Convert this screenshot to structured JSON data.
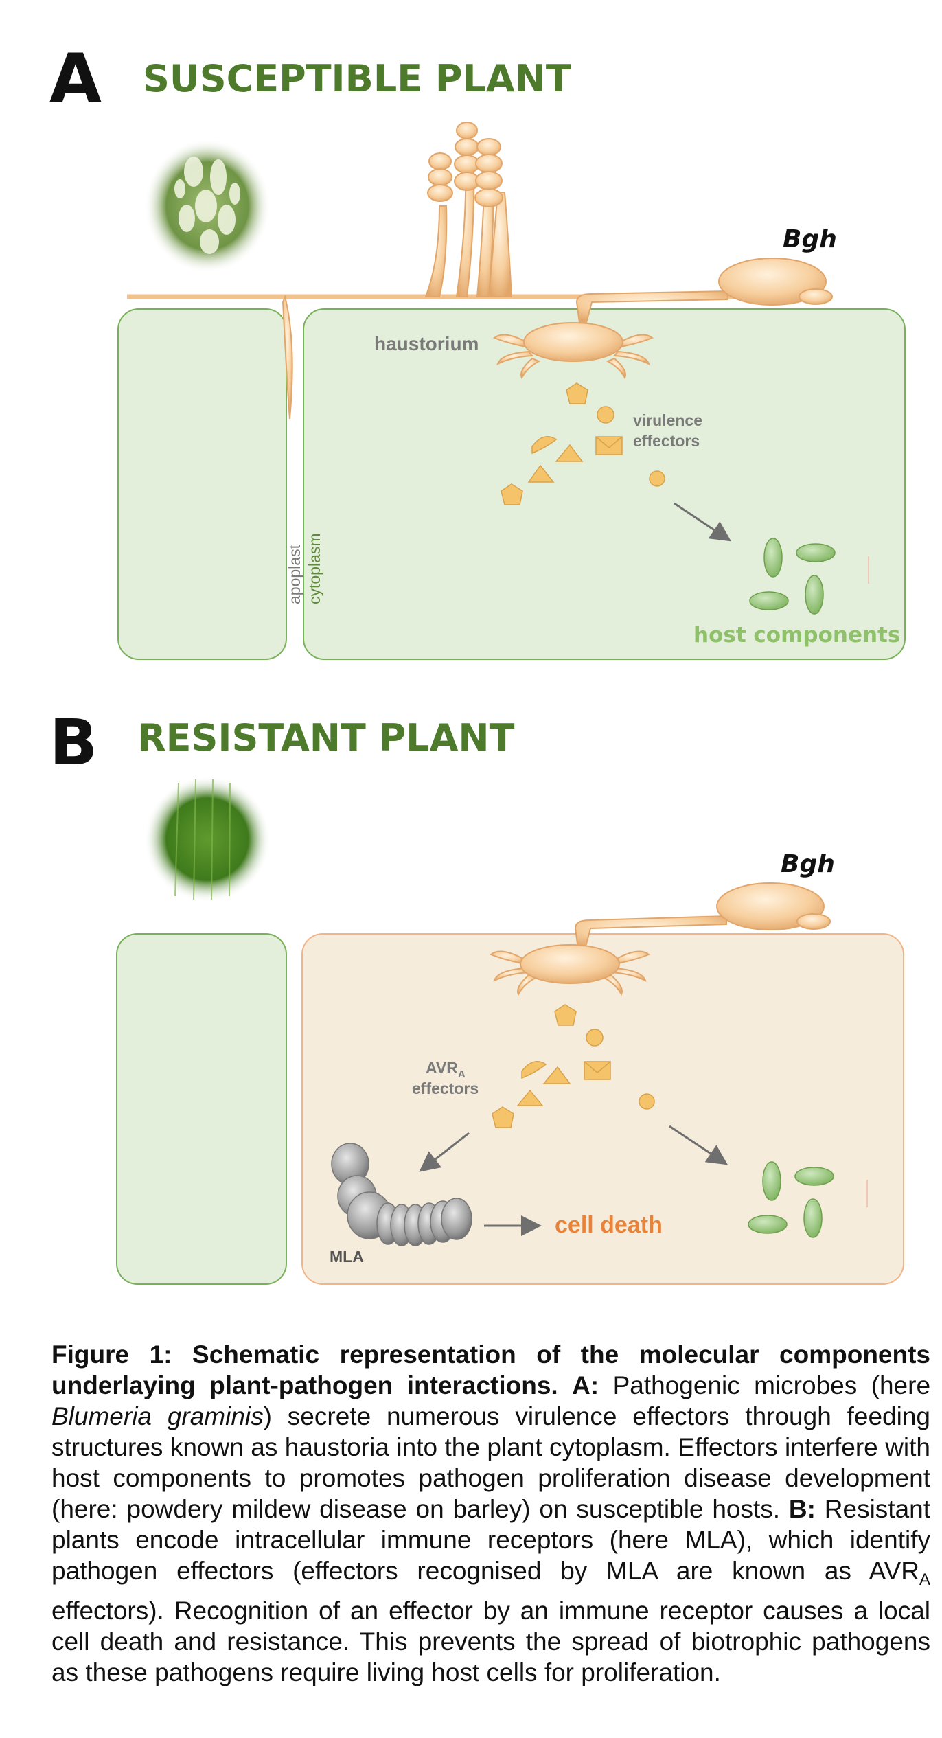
{
  "panel_a": {
    "letter": "A",
    "title": "SUSCEPTIBLE PLANT",
    "pathogen_label": "Bgh",
    "haustorium_label": "haustorium",
    "effectors_label_line1": "virulence",
    "effectors_label_line2": "effectors",
    "apoplast_label": "apoplast",
    "cytoplasm_label": "cytoplasm",
    "host_components_label": "host components"
  },
  "panel_b": {
    "letter": "B",
    "title": "RESISTANT PLANT",
    "pathogen_label": "Bgh",
    "avr_label_main": "AVR",
    "avr_label_sub": "A",
    "avr_label_line2": "effectors",
    "receptor_label": "MLA",
    "outcome_label": "cell death"
  },
  "colors": {
    "title_green": "#4e7a2c",
    "cell_green_fill": "#e3efda",
    "cell_green_stroke": "#79b05a",
    "resistant_cell_fill": "#f5ecdc",
    "resistant_cell_stroke": "#f0b58a",
    "fungus": "#f7cf9e",
    "effector": "#f5c46a",
    "host_component": "#93c47d",
    "cell_death_orange": "#e8833a",
    "label_gray": "#7a7a7a"
  },
  "caption": {
    "fig_label": "Figure 1:",
    "fig_title": "Schematic representation of the molecular components underlaying plant-pathogen interactions.",
    "a_label": "A:",
    "a_text_1": "Pathogenic microbes (here",
    "a_species": "Blumeria graminis",
    "a_text_2": ") secrete numerous virulence effectors through feeding structures known as haustoria into the plant cytoplasm. Effectors interfere with host components to promotes pathogen proliferation disease development (here: powdery mildew disease on barley) on susceptible hosts.",
    "b_label": "B:",
    "b_text_1": "Resistant plants encode intracellular immune receptors (here MLA), which identify pathogen effectors (effectors recognised by MLA are known as AVR",
    "b_sub": "A",
    "b_text_2": "effectors). Recognition of an effector by an immune receptor causes a local cell death and resistance. This prevents the spread of biotrophic pathogens as these pathogens require living host cells for proliferation."
  }
}
